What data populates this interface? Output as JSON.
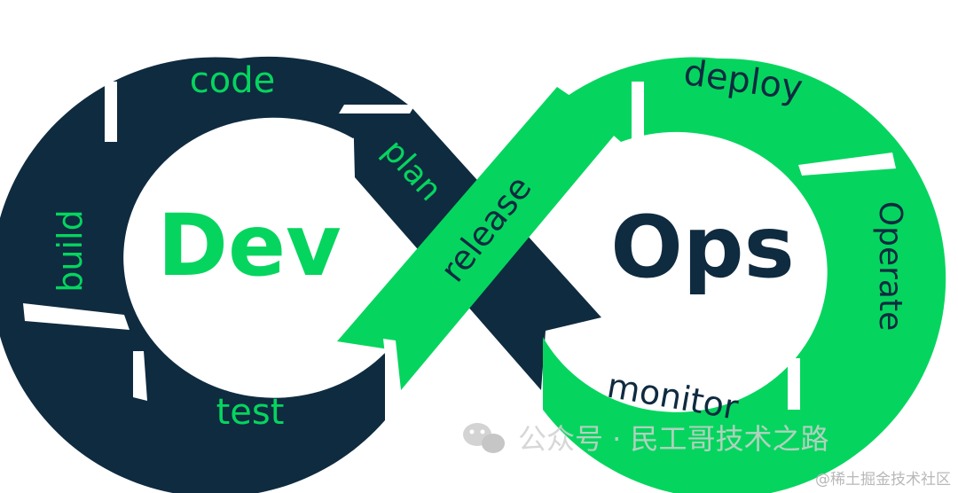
{
  "colors": {
    "dark": "#0f2b40",
    "green": "#05d55e",
    "background": "#ffffff",
    "watermark": "#d3d3d3"
  },
  "dev": {
    "title": "Dev",
    "stages": {
      "code": "code",
      "build": "build",
      "test": "test",
      "plan": "plan"
    }
  },
  "release": "release",
  "ops": {
    "title": "Ops",
    "stages": {
      "deploy": "deploy",
      "operate": "Operate",
      "monitor": "monitor"
    }
  },
  "watermark": {
    "wechat": "公众号 · 民工哥技术之路",
    "juejin": "@稀土掘金技术社区"
  }
}
